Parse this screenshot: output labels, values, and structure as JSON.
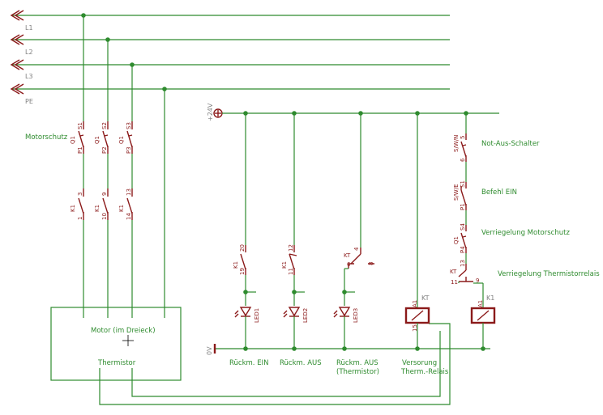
{
  "rails": {
    "l1": "L1",
    "l2": "L2",
    "l3": "L3",
    "pe": "PE",
    "supply": "+24V",
    "ground": "0V"
  },
  "power_section": {
    "motorschutz_label": "Motorschutz",
    "q1_contacts": [
      {
        "name": "Q1",
        "a": "P1",
        "b": "S1"
      },
      {
        "name": "Q1",
        "a": "P2",
        "b": "S2"
      },
      {
        "name": "Q1",
        "a": "P3",
        "b": "S3"
      }
    ],
    "k1_contacts": [
      {
        "name": "K1",
        "a": "1",
        "b": "3"
      },
      {
        "name": "K1",
        "a": "10",
        "b": "9"
      },
      {
        "name": "K1",
        "a": "14",
        "b": "13"
      }
    ],
    "motor_label": "Motor (im Dreieck)",
    "thermistor_label": "Thermistor"
  },
  "control_section": {
    "feedback": [
      {
        "contact": "K1",
        "a": "19",
        "b": "20",
        "led": "LED1",
        "label": "Rückm. EIN"
      },
      {
        "contact": "K1",
        "a": "11",
        "b": "12",
        "led": "LED2",
        "label": "Rückm. AUS"
      },
      {
        "contact": "KT",
        "a": "6",
        "b": "4",
        "c": "8",
        "led": "LED3",
        "label1": "Rückm. AUS",
        "label2": "(Thermistor)"
      }
    ],
    "therm_relay": {
      "name": "KT",
      "pin_a": "A1",
      "pin_b": "15",
      "label1": "Versorung",
      "label2": "Therm.-Relais"
    },
    "chain": [
      {
        "name": "S/W/N",
        "a": "6",
        "b": "5",
        "label": "Not-Aus-Schalter"
      },
      {
        "name": "S/W/E",
        "a": "P1",
        "b": "S1",
        "label": "Befehl EIN"
      },
      {
        "name": "Q1",
        "a": "P4",
        "b": "S4",
        "label": "Verriegelung Motorschutz"
      },
      {
        "name": "KT",
        "a": "11",
        "b": "13",
        "label": "Verriegelung Thermistorrelais"
      }
    ],
    "k1_coil": {
      "name": "K1",
      "pin_a": "A1",
      "pin_b": "9"
    }
  }
}
